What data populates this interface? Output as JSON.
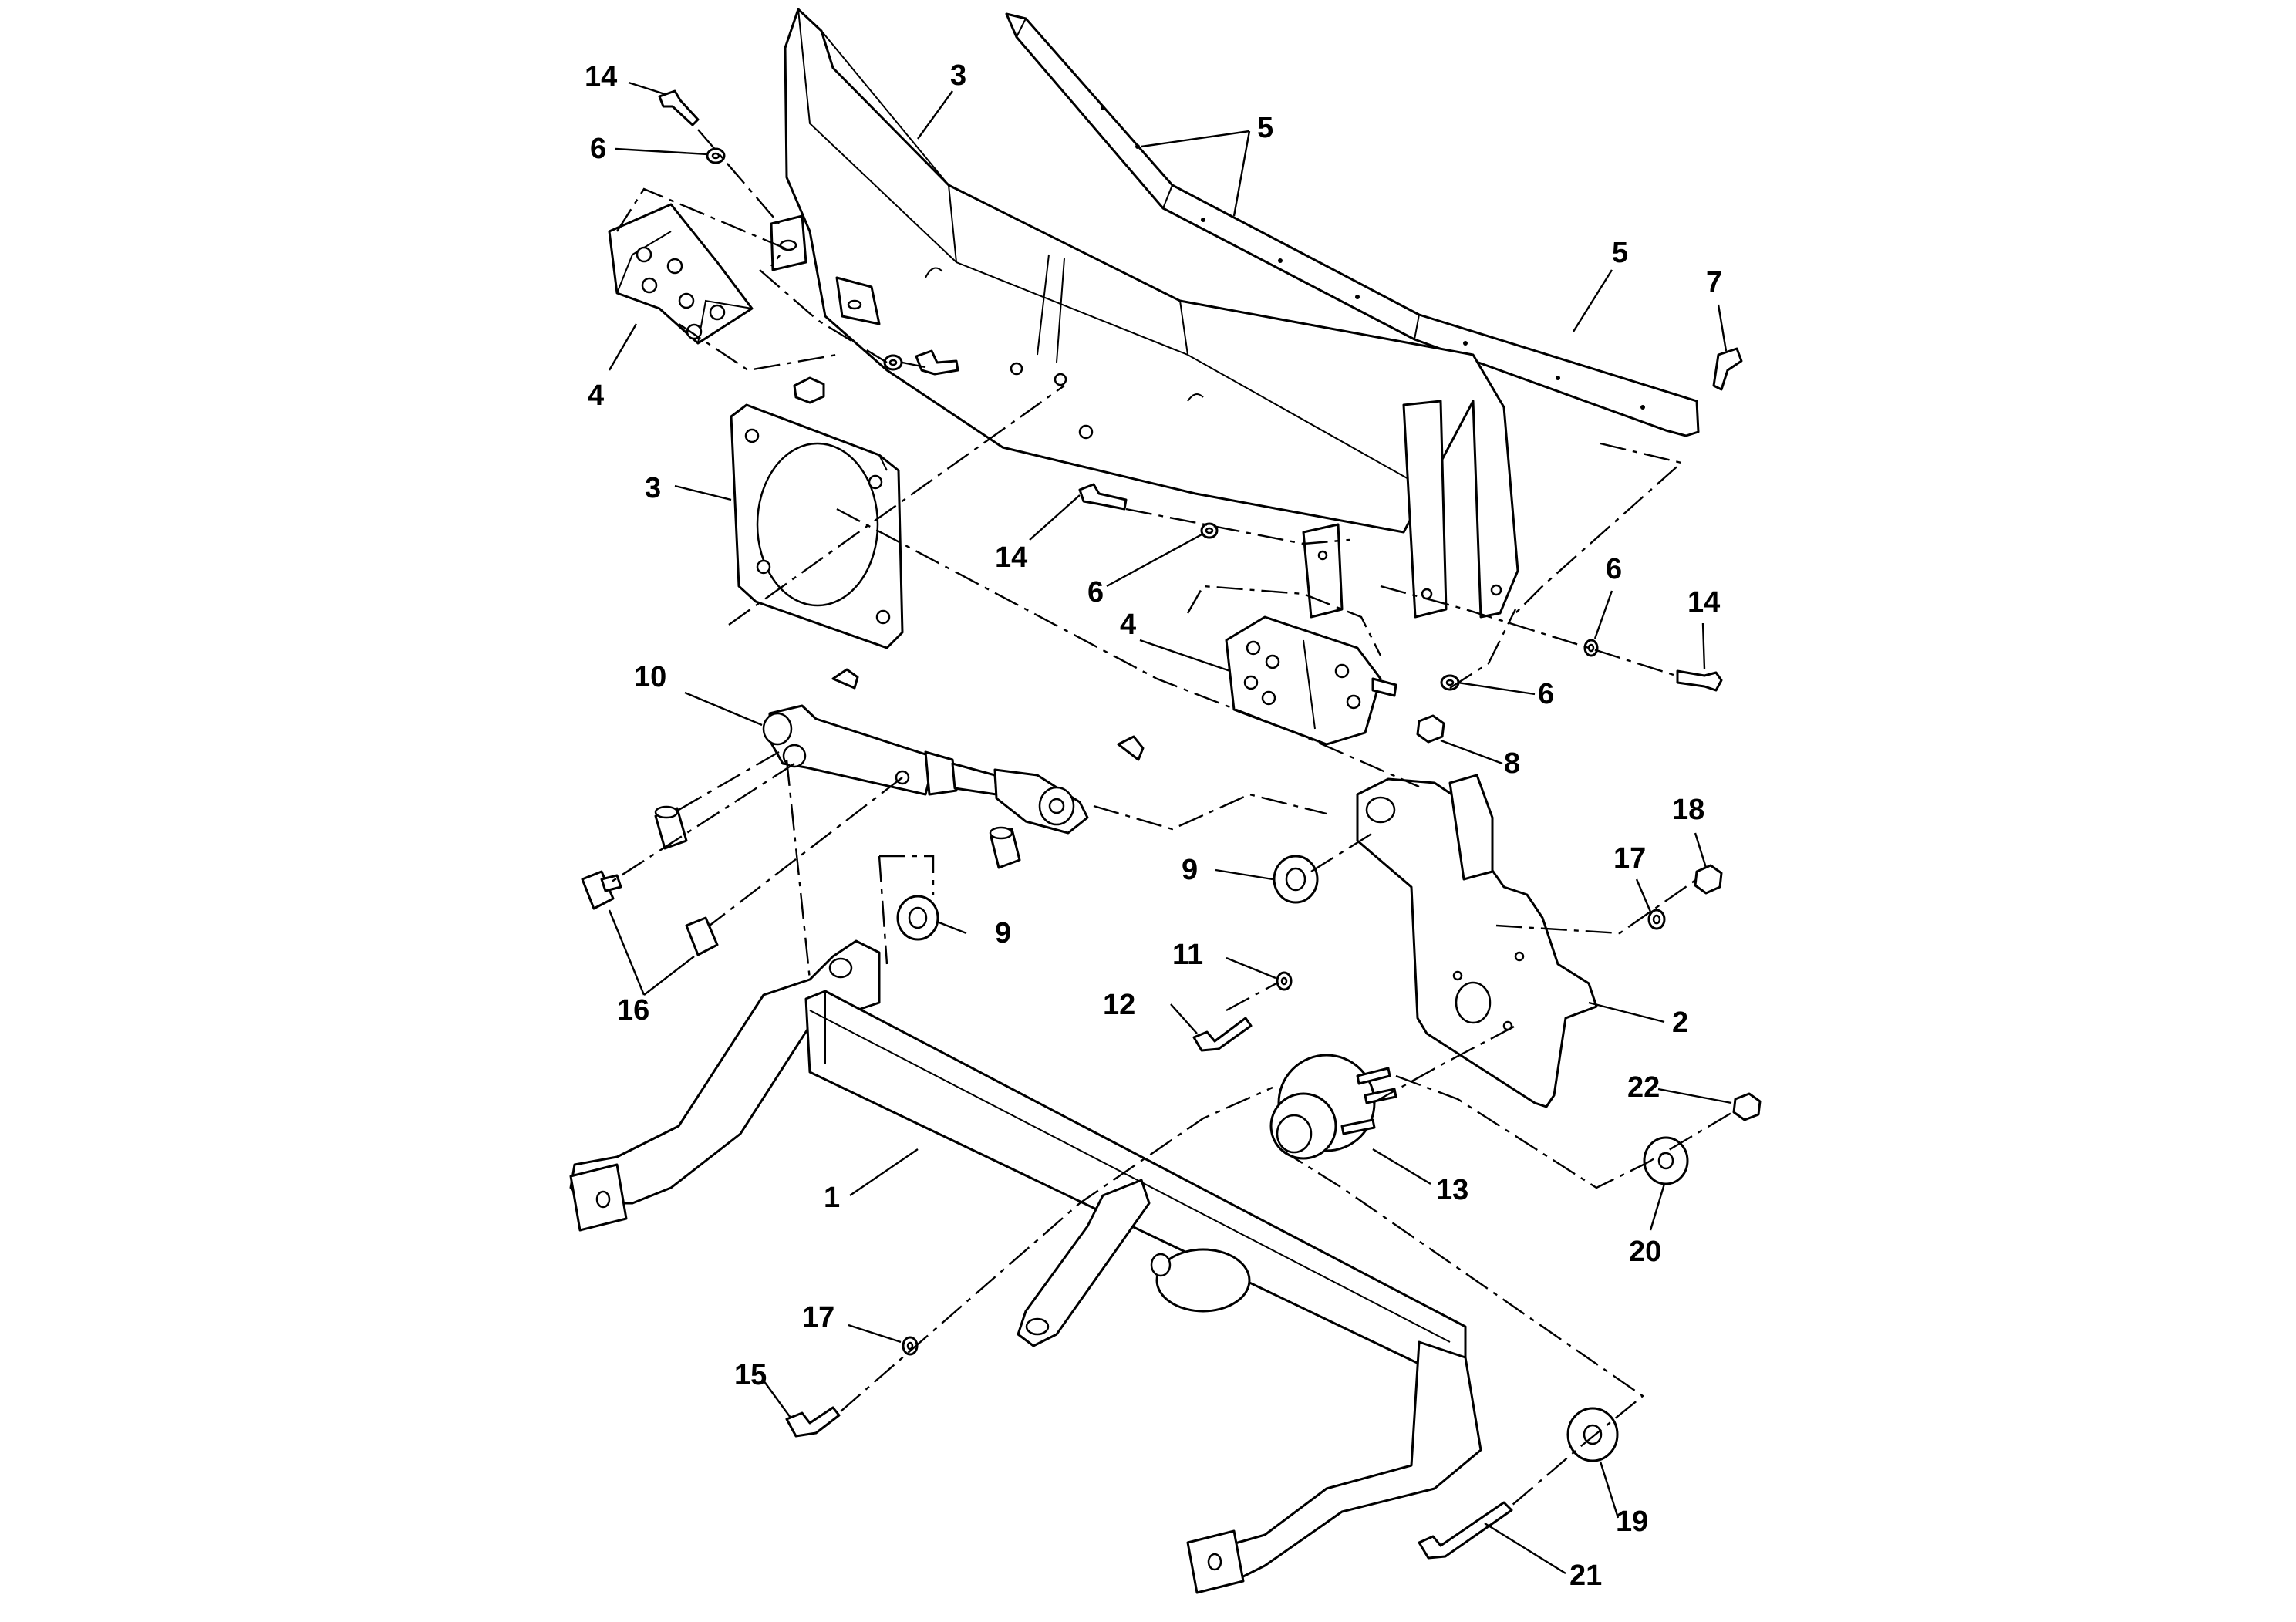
{
  "callouts": [
    {
      "id": "c14a",
      "text": "14"
    },
    {
      "id": "c6a",
      "text": "6"
    },
    {
      "id": "c3a",
      "text": "3"
    },
    {
      "id": "c5a",
      "text": "5"
    },
    {
      "id": "c5b",
      "text": "5"
    },
    {
      "id": "c7",
      "text": "7"
    },
    {
      "id": "c4a",
      "text": "4"
    },
    {
      "id": "c3b",
      "text": "3"
    },
    {
      "id": "c14b",
      "text": "14"
    },
    {
      "id": "c6b",
      "text": "6"
    },
    {
      "id": "c6c",
      "text": "6"
    },
    {
      "id": "c14c",
      "text": "14"
    },
    {
      "id": "c4b",
      "text": "4"
    },
    {
      "id": "c6d",
      "text": "6"
    },
    {
      "id": "c8",
      "text": "8"
    },
    {
      "id": "c10",
      "text": "10"
    },
    {
      "id": "c18",
      "text": "18"
    },
    {
      "id": "c17a",
      "text": "17"
    },
    {
      "id": "c9a",
      "text": "9"
    },
    {
      "id": "c9b",
      "text": "9"
    },
    {
      "id": "c11",
      "text": "11"
    },
    {
      "id": "c16",
      "text": "16"
    },
    {
      "id": "c12",
      "text": "12"
    },
    {
      "id": "c2",
      "text": "2"
    },
    {
      "id": "c22",
      "text": "22"
    },
    {
      "id": "c1",
      "text": "1"
    },
    {
      "id": "c13",
      "text": "13"
    },
    {
      "id": "c20",
      "text": "20"
    },
    {
      "id": "c17b",
      "text": "17"
    },
    {
      "id": "c15",
      "text": "15"
    },
    {
      "id": "c19",
      "text": "19"
    },
    {
      "id": "c21",
      "text": "21"
    }
  ]
}
